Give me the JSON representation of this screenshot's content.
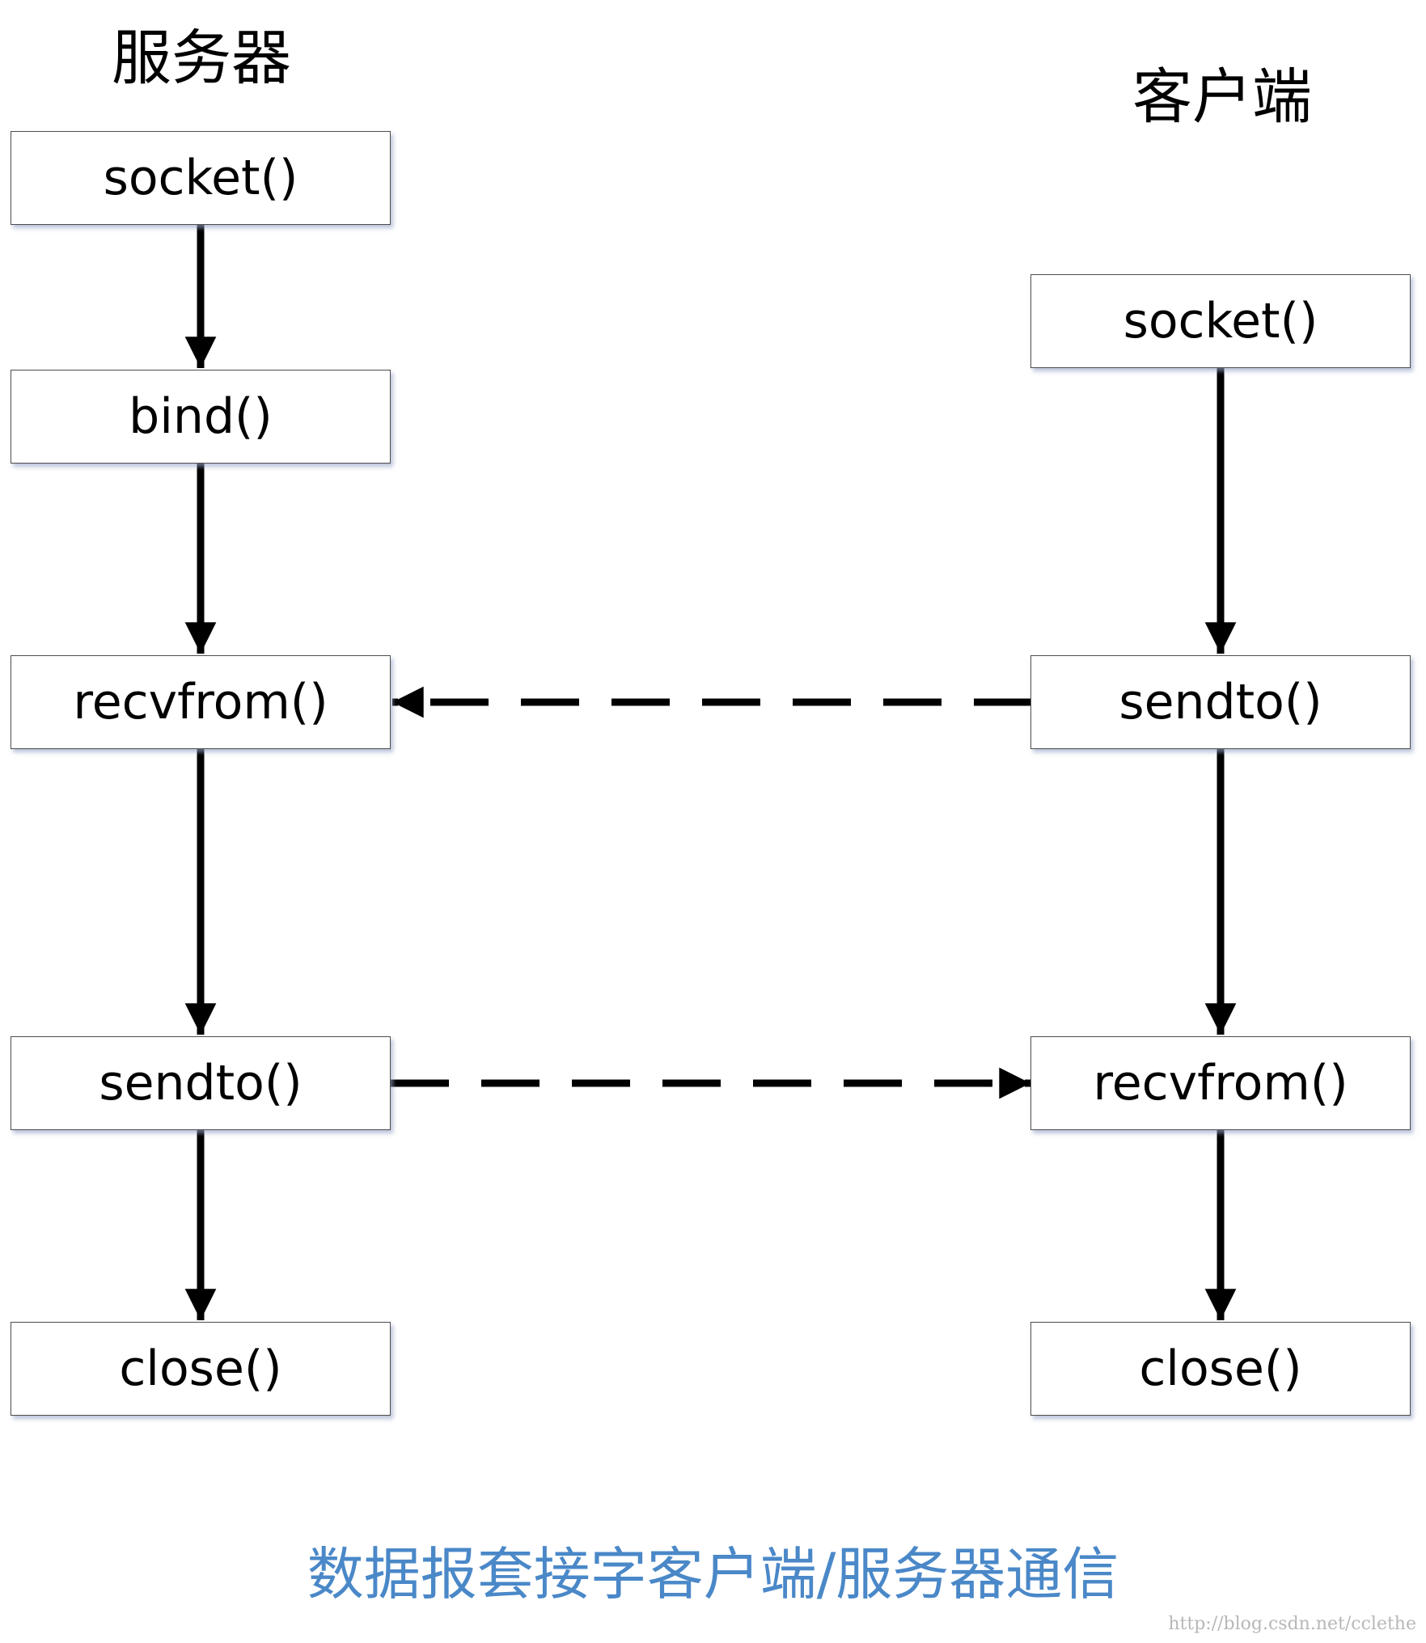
{
  "headers": {
    "server": "服务器",
    "client": "客户端"
  },
  "server_steps": [
    "socket()",
    "bind()",
    "recvfrom()",
    "sendto()",
    "close()"
  ],
  "client_steps": [
    "socket()",
    "sendto()",
    "recvfrom()",
    "close()"
  ],
  "messages": [
    {
      "from": "client.sendto()",
      "to": "server.recvfrom()",
      "style": "dashed"
    },
    {
      "from": "server.sendto()",
      "to": "client.recvfrom()",
      "style": "dashed"
    }
  ],
  "caption": "数据报套接字客户端/服务器通信",
  "watermark": "http://blog.csdn.net/cclethe",
  "colors": {
    "box_border": "#4d4d4d",
    "arrow": "#000000",
    "caption": "#4a88c8",
    "watermark": "#b8b8b8"
  }
}
